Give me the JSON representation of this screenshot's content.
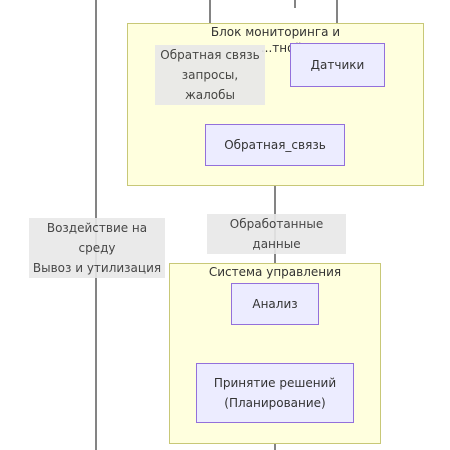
{
  "clusters": {
    "monitoring": {
      "title_line1": "Блок мониторинга и",
      "title_line2": "...тной с..."
    },
    "control": {
      "title_line1": "Система управления",
      "title_line2": "ERP-с...джеры"
    }
  },
  "nodes": {
    "sensors": {
      "label": "Датчики"
    },
    "feedback": {
      "label": "Обратная_связь"
    },
    "analysis": {
      "label": "Анализ"
    },
    "decision": {
      "line1": "Принятие решений",
      "line2": "(Планирование)"
    }
  },
  "edge_labels": {
    "feedback_requests": {
      "line1": "Обратная связь",
      "line2": "запросы, жалобы"
    },
    "processed_data": {
      "text": "Обработанные данные"
    },
    "environment": {
      "line1": "Воздействие на среду",
      "line2": "Вывоз и утилизация"
    }
  },
  "colors": {
    "cluster_fill": "#ffffde",
    "cluster_border": "#c8c877",
    "node_fill": "#ececff",
    "node_border": "#9370db",
    "edge": "#333333",
    "label_bg": "#e8e8e8"
  }
}
